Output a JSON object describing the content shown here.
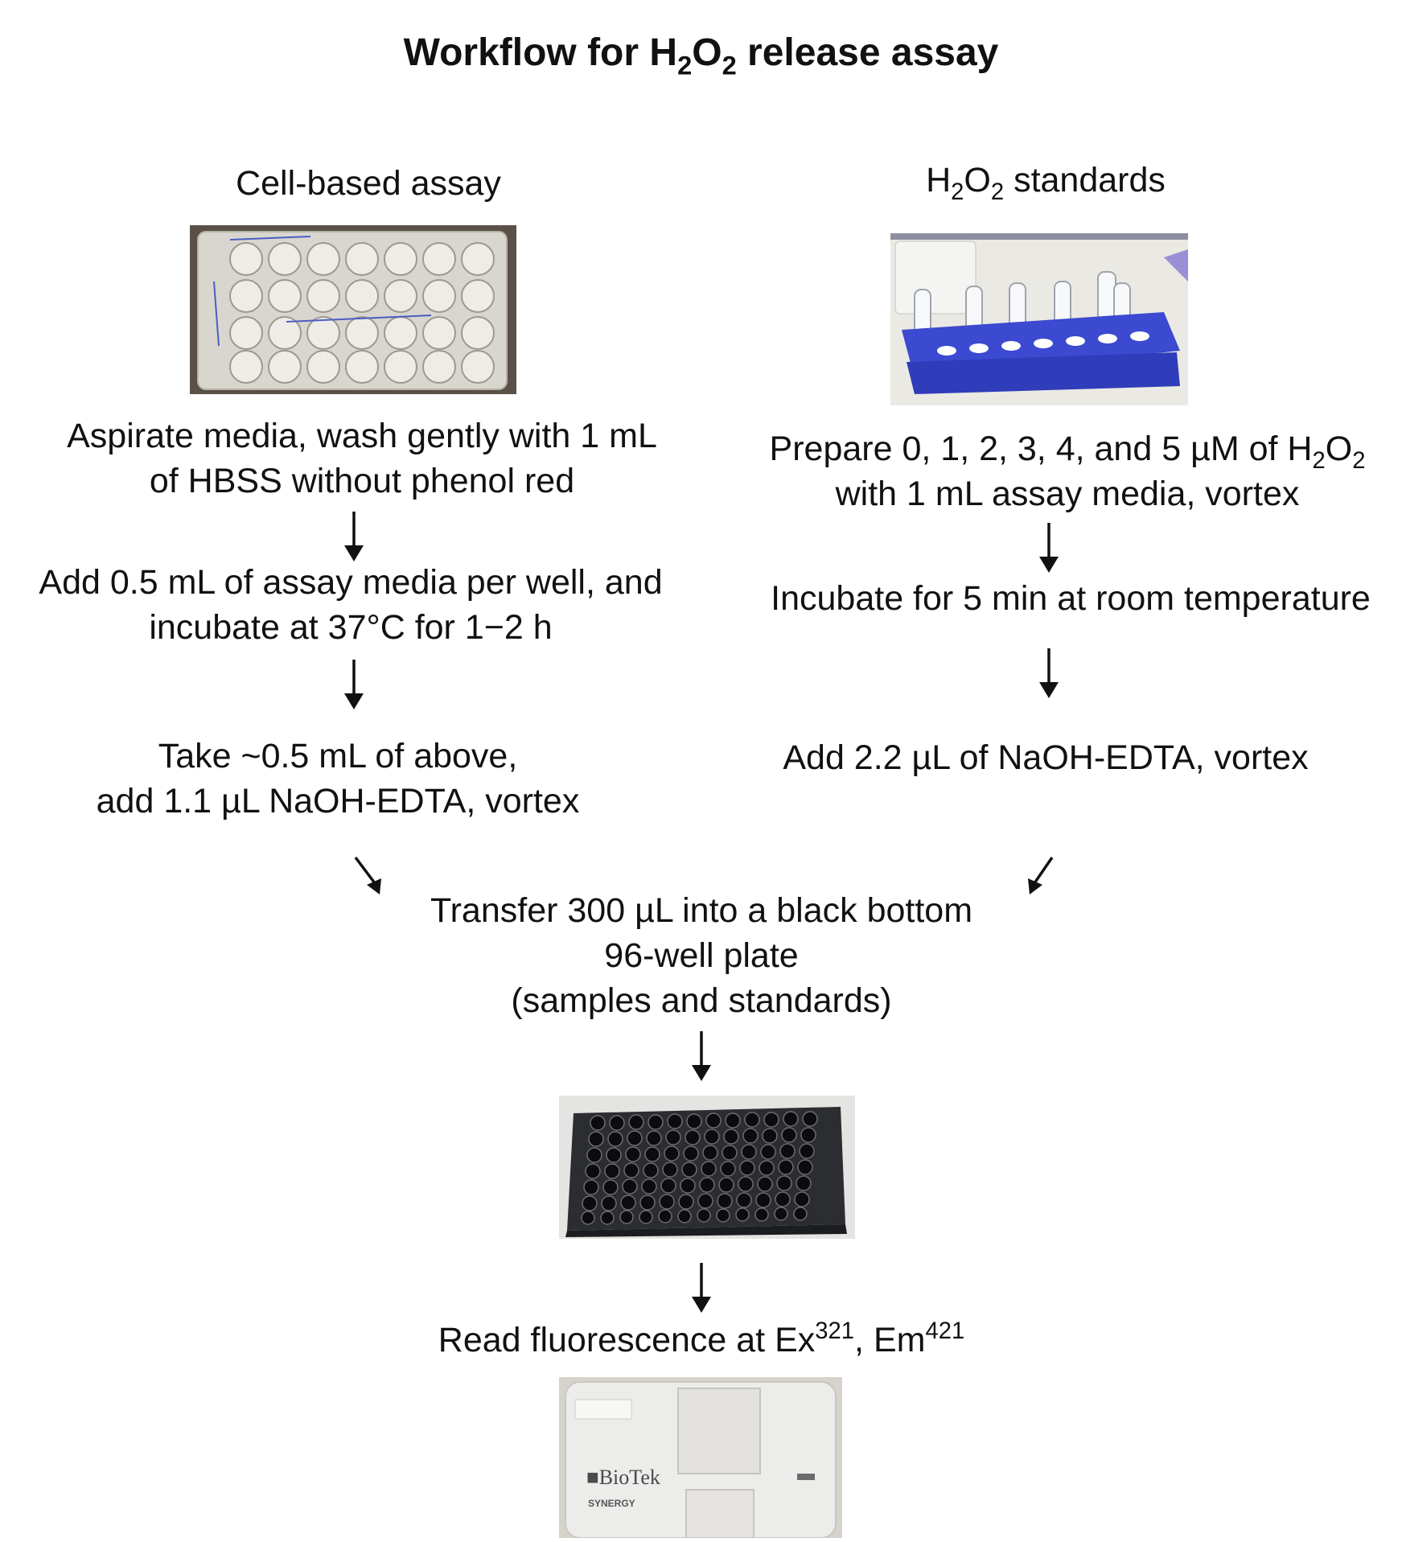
{
  "title": {
    "pre": "Workflow for H",
    "sub1": "2",
    "mid": "O",
    "sub2": "2",
    "post": " release assay"
  },
  "left": {
    "heading": "Cell-based assay",
    "step1": {
      "line1": "Aspirate media, wash gently with 1 mL",
      "line2": "of HBSS without phenol red"
    },
    "step2": {
      "line1": "Add 0.5 mL of assay media per well, and",
      "line2": "incubate at 37°C for 1−2 h"
    },
    "step3": {
      "line1": "Take ~0.5 mL of above,",
      "line2": "add 1.1 µL NaOH-EDTA, vortex"
    }
  },
  "right": {
    "heading": {
      "pre": "H",
      "sub1": "2",
      "mid": "O",
      "sub2": "2",
      "post": " standards"
    },
    "step1": {
      "pre": "Prepare 0, 1, 2, 3, 4, and 5 µM of H",
      "sub1": "2",
      "mid": "O",
      "sub2": "2",
      "line2": "with 1 mL assay media, vortex"
    },
    "step2": "Incubate for 5 min at room temperature",
    "step3": "Add 2.2 µL of NaOH-EDTA, vortex"
  },
  "merge": {
    "line1": "Transfer 300 µL into a black bottom",
    "line2": "96-well plate",
    "line3": "(samples and standards)"
  },
  "read": {
    "pre": "Read fluorescence at Ex",
    "ex": "321",
    "mid": ", Em",
    "em": "421"
  },
  "reader": {
    "brand": "BioTek",
    "model": "SYNERGY"
  },
  "colors": {
    "text": "#111111",
    "rack": "#3b4ad0",
    "plate": "#2b2d31",
    "reader_body": "#ececea"
  }
}
